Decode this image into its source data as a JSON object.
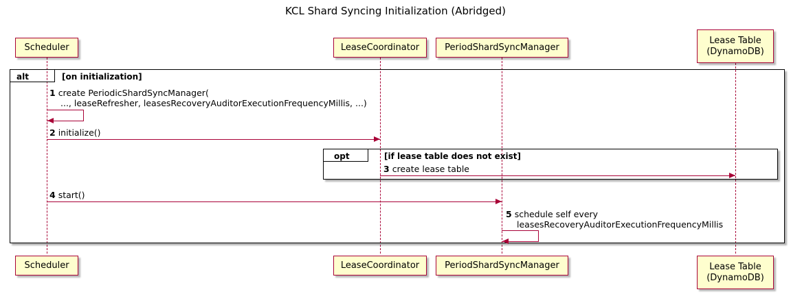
{
  "title": "KCL Shard Syncing Initialization (Abridged)",
  "colors": {
    "participant_fill": "#FEFECE",
    "participant_border": "#A80036",
    "message_line": "#A80036",
    "fragment_border": "#000000"
  },
  "participants": [
    {
      "id": "scheduler",
      "label": "Scheduler",
      "lines": [
        "Scheduler"
      ]
    },
    {
      "id": "lease-coordinator",
      "label": "LeaseCoordinator",
      "lines": [
        "LeaseCoordinator"
      ]
    },
    {
      "id": "period-shard-sync-manager",
      "label": "PeriodShardSyncManager",
      "lines": [
        "PeriodShardSyncManager"
      ]
    },
    {
      "id": "lease-table",
      "label": "Lease Table (DynamoDB)",
      "lines": [
        "Lease Table",
        "(DynamoDB)"
      ]
    }
  ],
  "fragments": [
    {
      "id": "alt",
      "type": "alt",
      "label": "alt",
      "condition": "[on initialization]"
    },
    {
      "id": "opt",
      "type": "opt",
      "label": "opt",
      "condition": "[if lease table does not exist]"
    }
  ],
  "messages": [
    {
      "number": "1",
      "from": "scheduler",
      "to": "scheduler",
      "self": true,
      "lines": [
        "create PeriodicShardSyncManager(",
        "..., leaseRefresher, leasesRecoveryAuditorExecutionFrequencyMillis, ...)"
      ]
    },
    {
      "number": "2",
      "from": "scheduler",
      "to": "lease-coordinator",
      "self": false,
      "lines": [
        "initialize()"
      ]
    },
    {
      "number": "3",
      "from": "lease-coordinator",
      "to": "lease-table",
      "self": false,
      "lines": [
        "create lease table"
      ]
    },
    {
      "number": "4",
      "from": "scheduler",
      "to": "period-shard-sync-manager",
      "self": false,
      "lines": [
        "start()"
      ]
    },
    {
      "number": "5",
      "from": "period-shard-sync-manager",
      "to": "period-shard-sync-manager",
      "self": true,
      "lines": [
        "schedule self every",
        "leasesRecoveryAuditorExecutionFrequencyMillis"
      ]
    }
  ]
}
